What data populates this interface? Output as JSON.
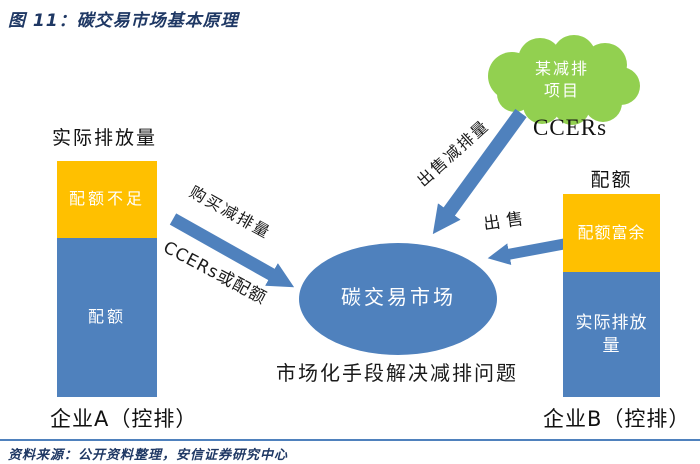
{
  "title": "图 11：碳交易市场基本原理",
  "colors": {
    "navy": "#1F3864",
    "blue": "#4F81BD",
    "orange": "#FFC000",
    "green": "#92D050"
  },
  "enterprise_a": {
    "top_label": "实际排放量",
    "shortage_label": "配额不足",
    "quota_label": "配额",
    "name": "企业A（控排）"
  },
  "enterprise_b": {
    "top_label": "配额",
    "surplus_label": "配额富余",
    "emission_label": "实际排放量",
    "name": "企业B（控排）"
  },
  "market": {
    "label": "碳交易市场",
    "caption": "市场化手段解决减排问题"
  },
  "project": {
    "name_line1": "某减排",
    "name_line2": "项目",
    "ccers": "CCERs"
  },
  "arrows": {
    "buy_line1": "购买减排量",
    "buy_line2": "CCERs或配额",
    "sell_reduction": "出售减排量",
    "sell": "出售"
  },
  "source": "资料来源：公开资料整理，安信证券研究中心"
}
